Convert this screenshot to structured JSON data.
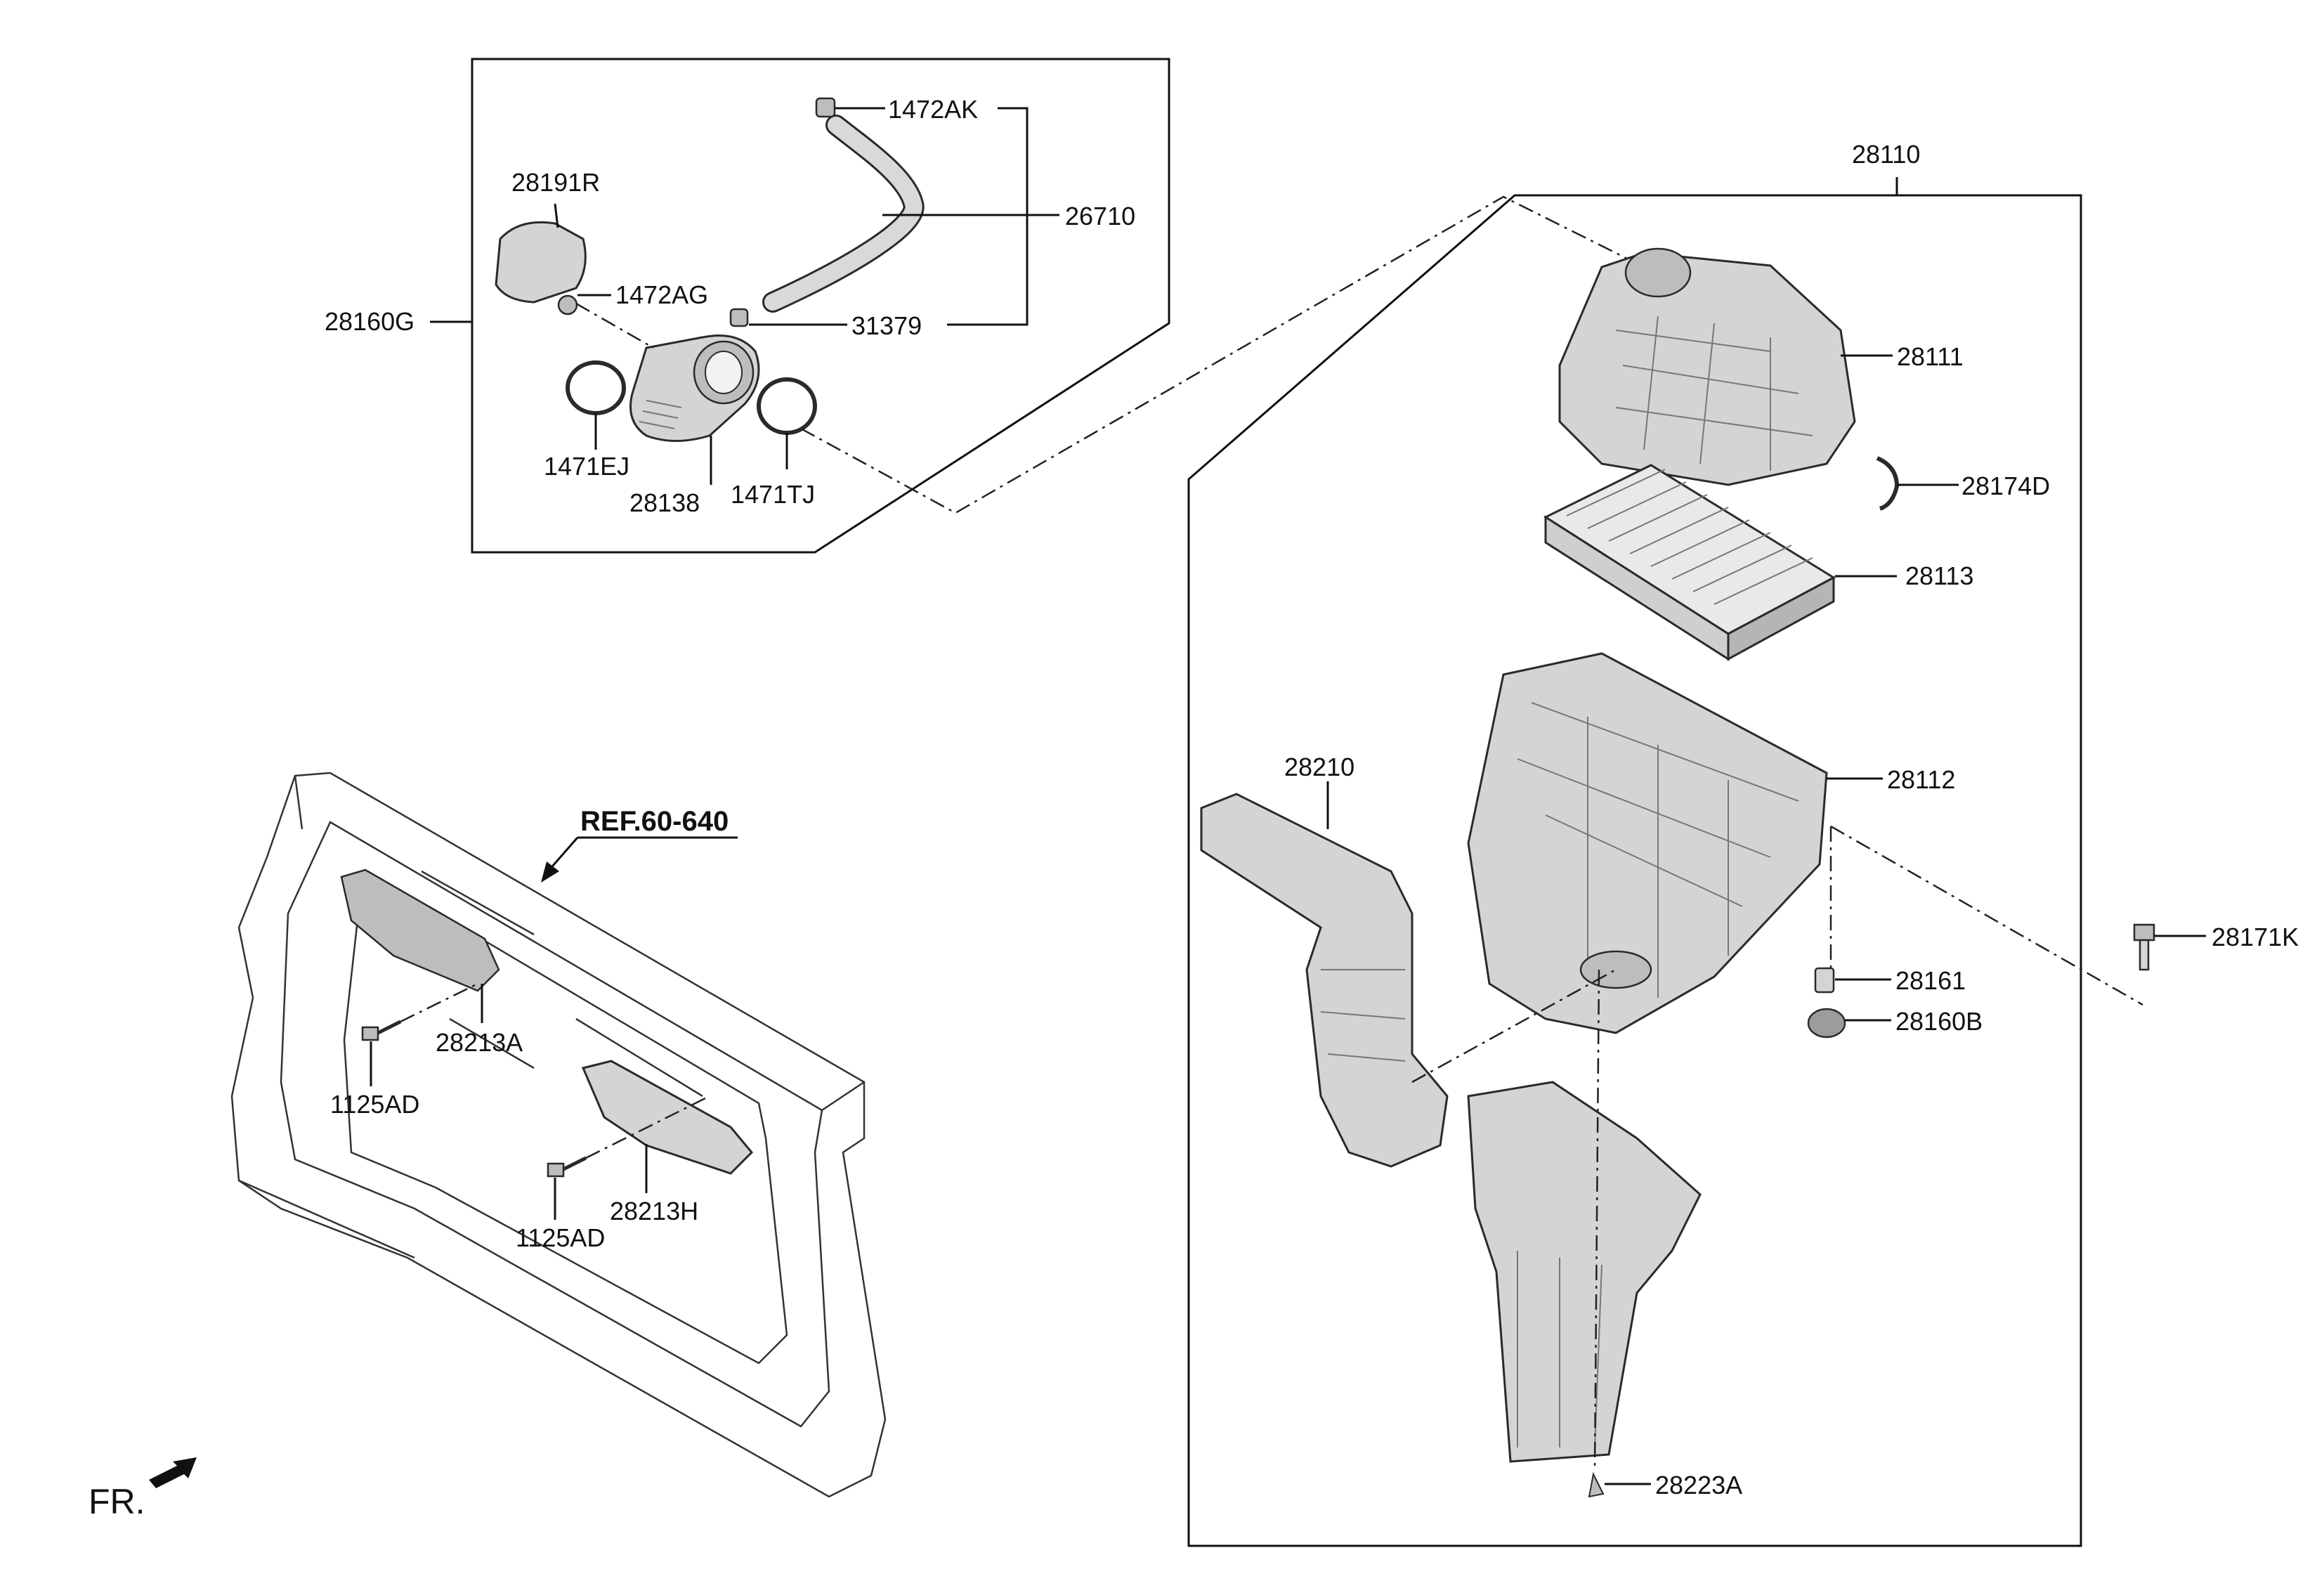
{
  "reference": "REF.60-640",
  "direction_marker": "FR.",
  "labels": {
    "p1472AK": "1472AK",
    "p28191R": "28191R",
    "p26710": "26710",
    "p1472AG": "1472AG",
    "p28160G": "28160G",
    "p31379": "31379",
    "p1471EJ": "1471EJ",
    "p28138": "28138",
    "p1471TJ": "1471TJ",
    "p28110": "28110",
    "p28111": "28111",
    "p28174D": "28174D",
    "p28113": "28113",
    "p28112": "28112",
    "p28210": "28210",
    "p28171K": "28171K",
    "p28161": "28161",
    "p28160B": "28160B",
    "p28223A": "28223A",
    "p28213A": "28213A",
    "p1125AD_upper": "1125AD",
    "p28213H": "28213H",
    "p1125AD_lower": "1125AD"
  }
}
